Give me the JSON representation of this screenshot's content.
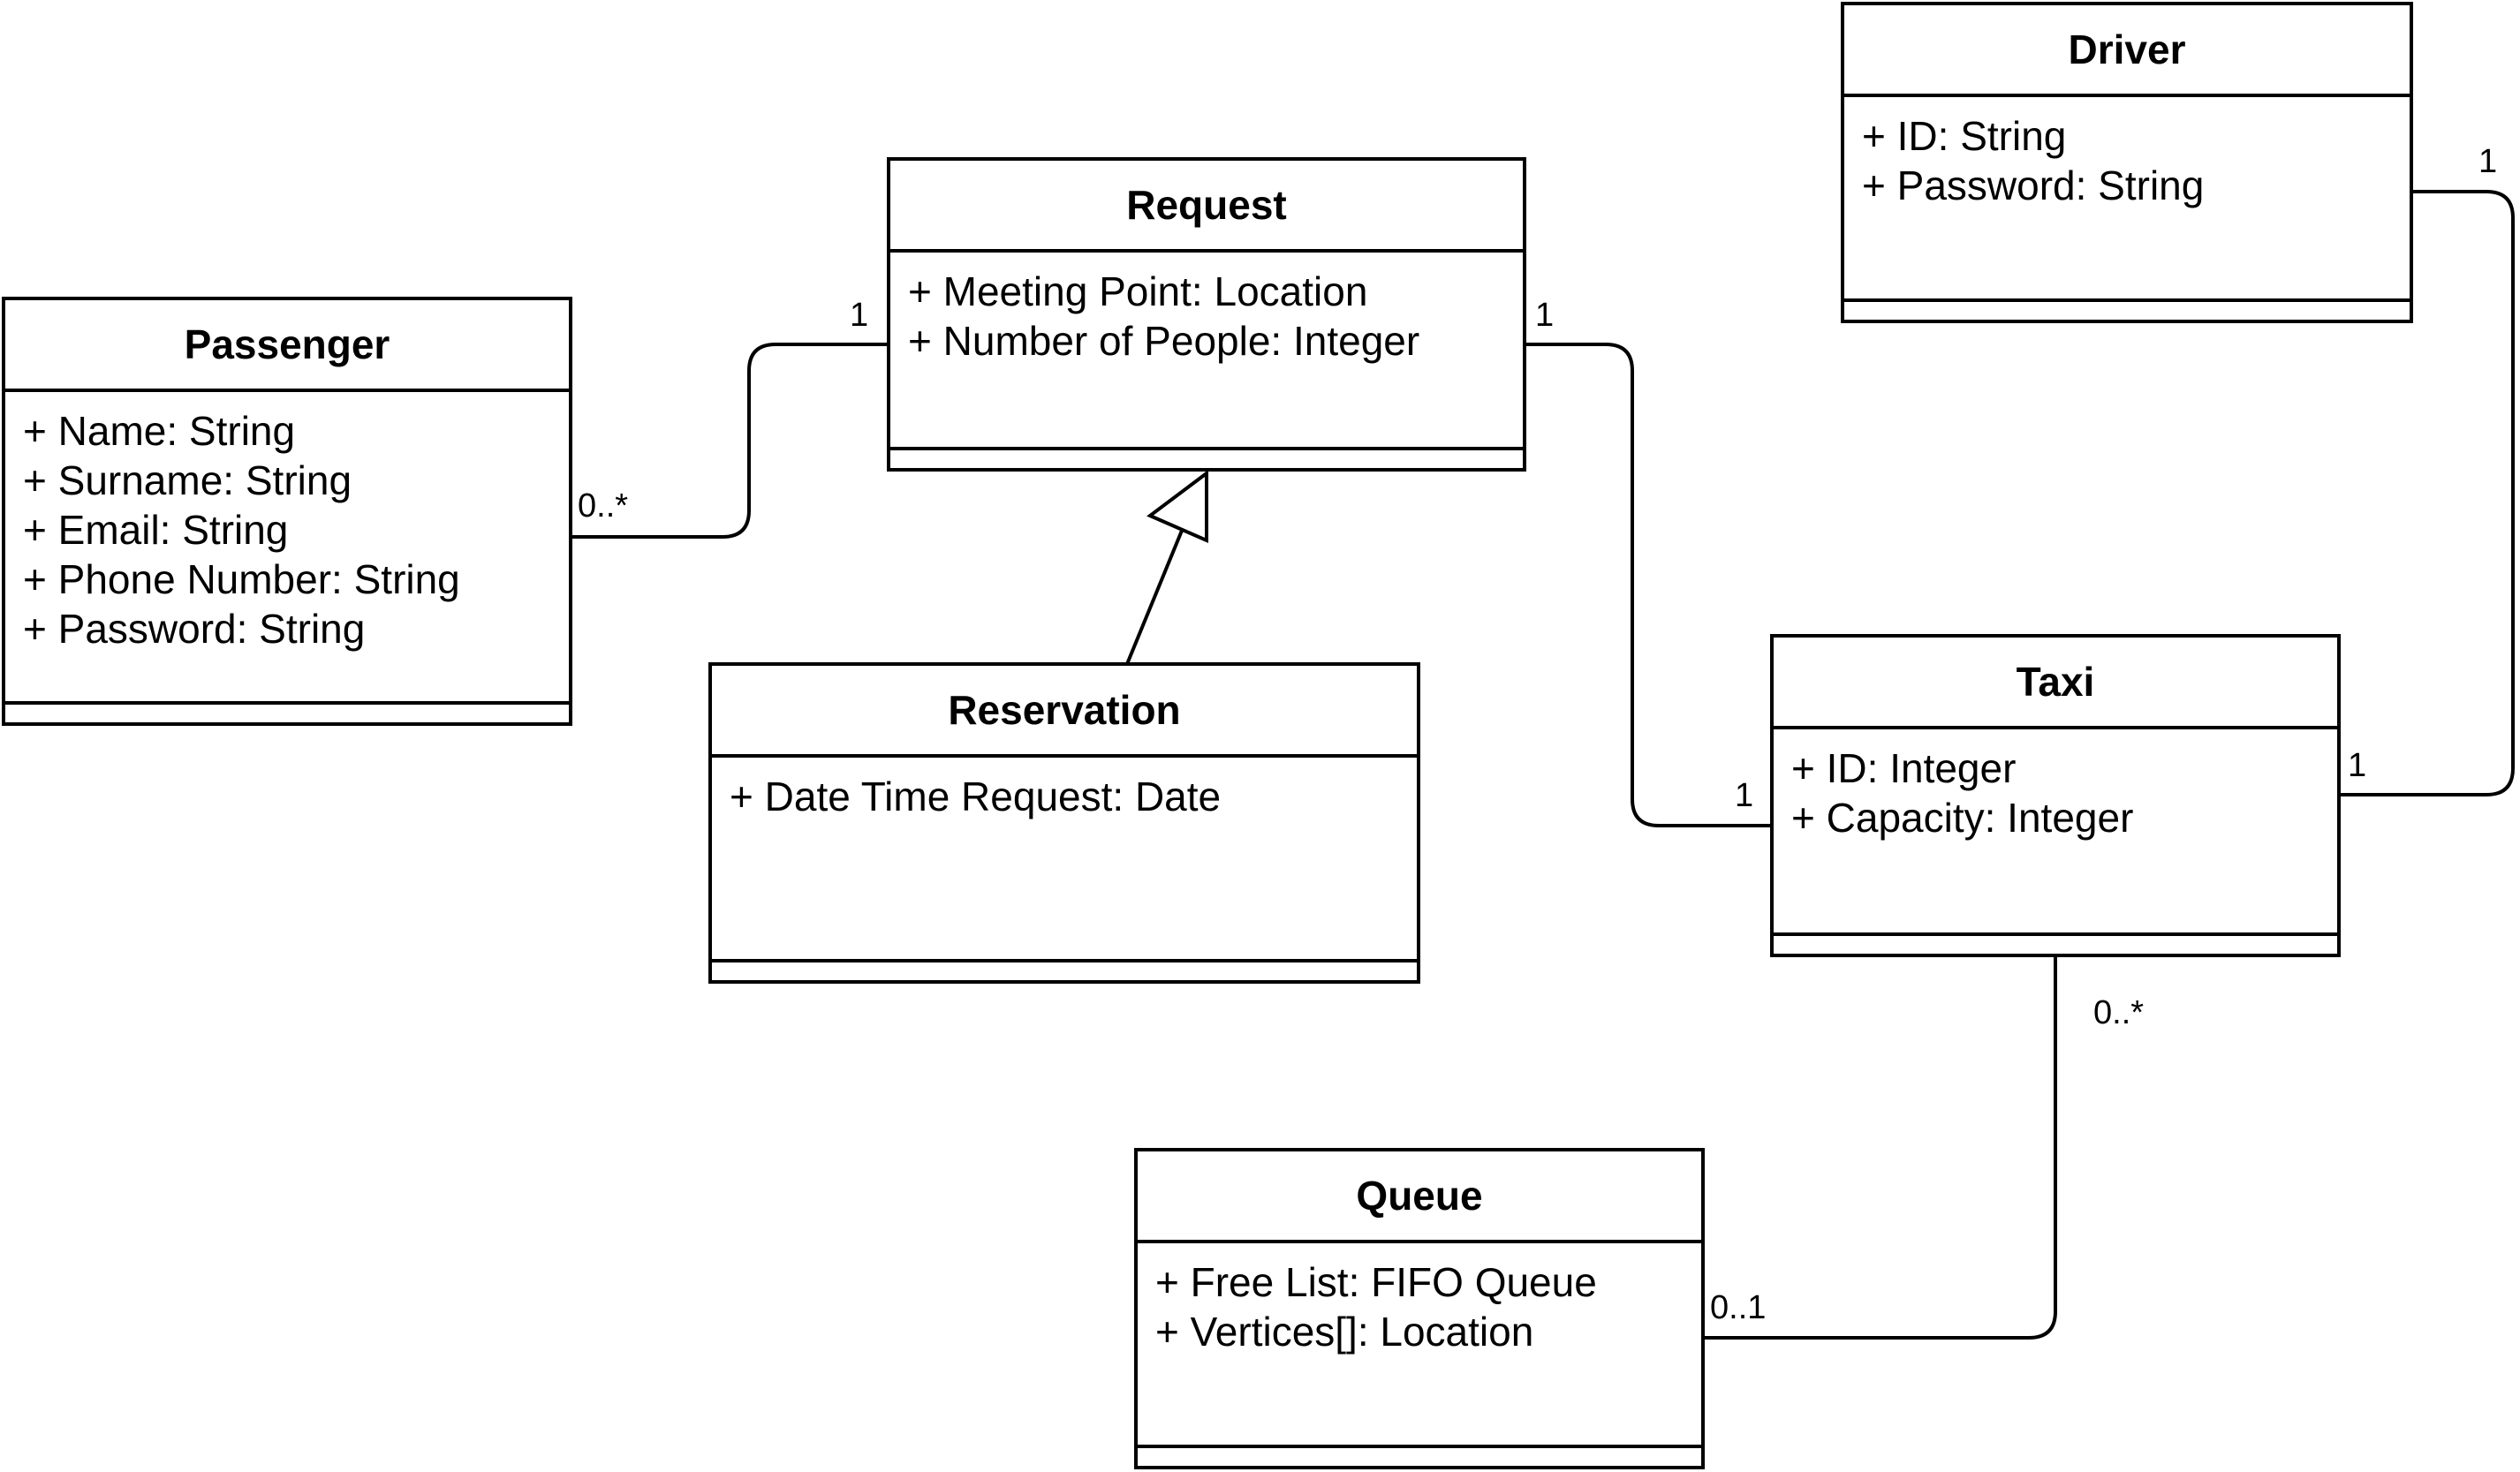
{
  "classes": {
    "passenger": {
      "name": "Passenger",
      "attributes": [
        "+ Name: String",
        "+ Surname: String",
        "+ Email: String",
        "+ Phone Number: String",
        "+ Password: String"
      ]
    },
    "request": {
      "name": "Request",
      "attributes": [
        "+ Meeting Point: Location",
        "+ Number of People: Integer"
      ]
    },
    "reservation": {
      "name": "Reservation",
      "attributes": [
        "+ Date Time Request: Date"
      ]
    },
    "driver": {
      "name": "Driver",
      "attributes": [
        "+ ID: String",
        "+ Password: String"
      ]
    },
    "taxi": {
      "name": "Taxi",
      "attributes": [
        "+ ID: Integer",
        "+ Capacity: Integer"
      ]
    },
    "queue": {
      "name": "Queue",
      "attributes": [
        "+ Free List: FIFO Queue",
        "+ Vertices[]: Location"
      ]
    }
  },
  "associations": {
    "passenger_request": {
      "passenger_end": "0..*",
      "request_end": "1"
    },
    "request_taxi": {
      "request_end": "1",
      "taxi_end": "1"
    },
    "driver_taxi": {
      "driver_end": "1",
      "taxi_end": "1"
    },
    "taxi_queue": {
      "taxi_end": "0..*",
      "queue_end": "0..1"
    },
    "reservation_request": {
      "type": "generalization"
    }
  }
}
